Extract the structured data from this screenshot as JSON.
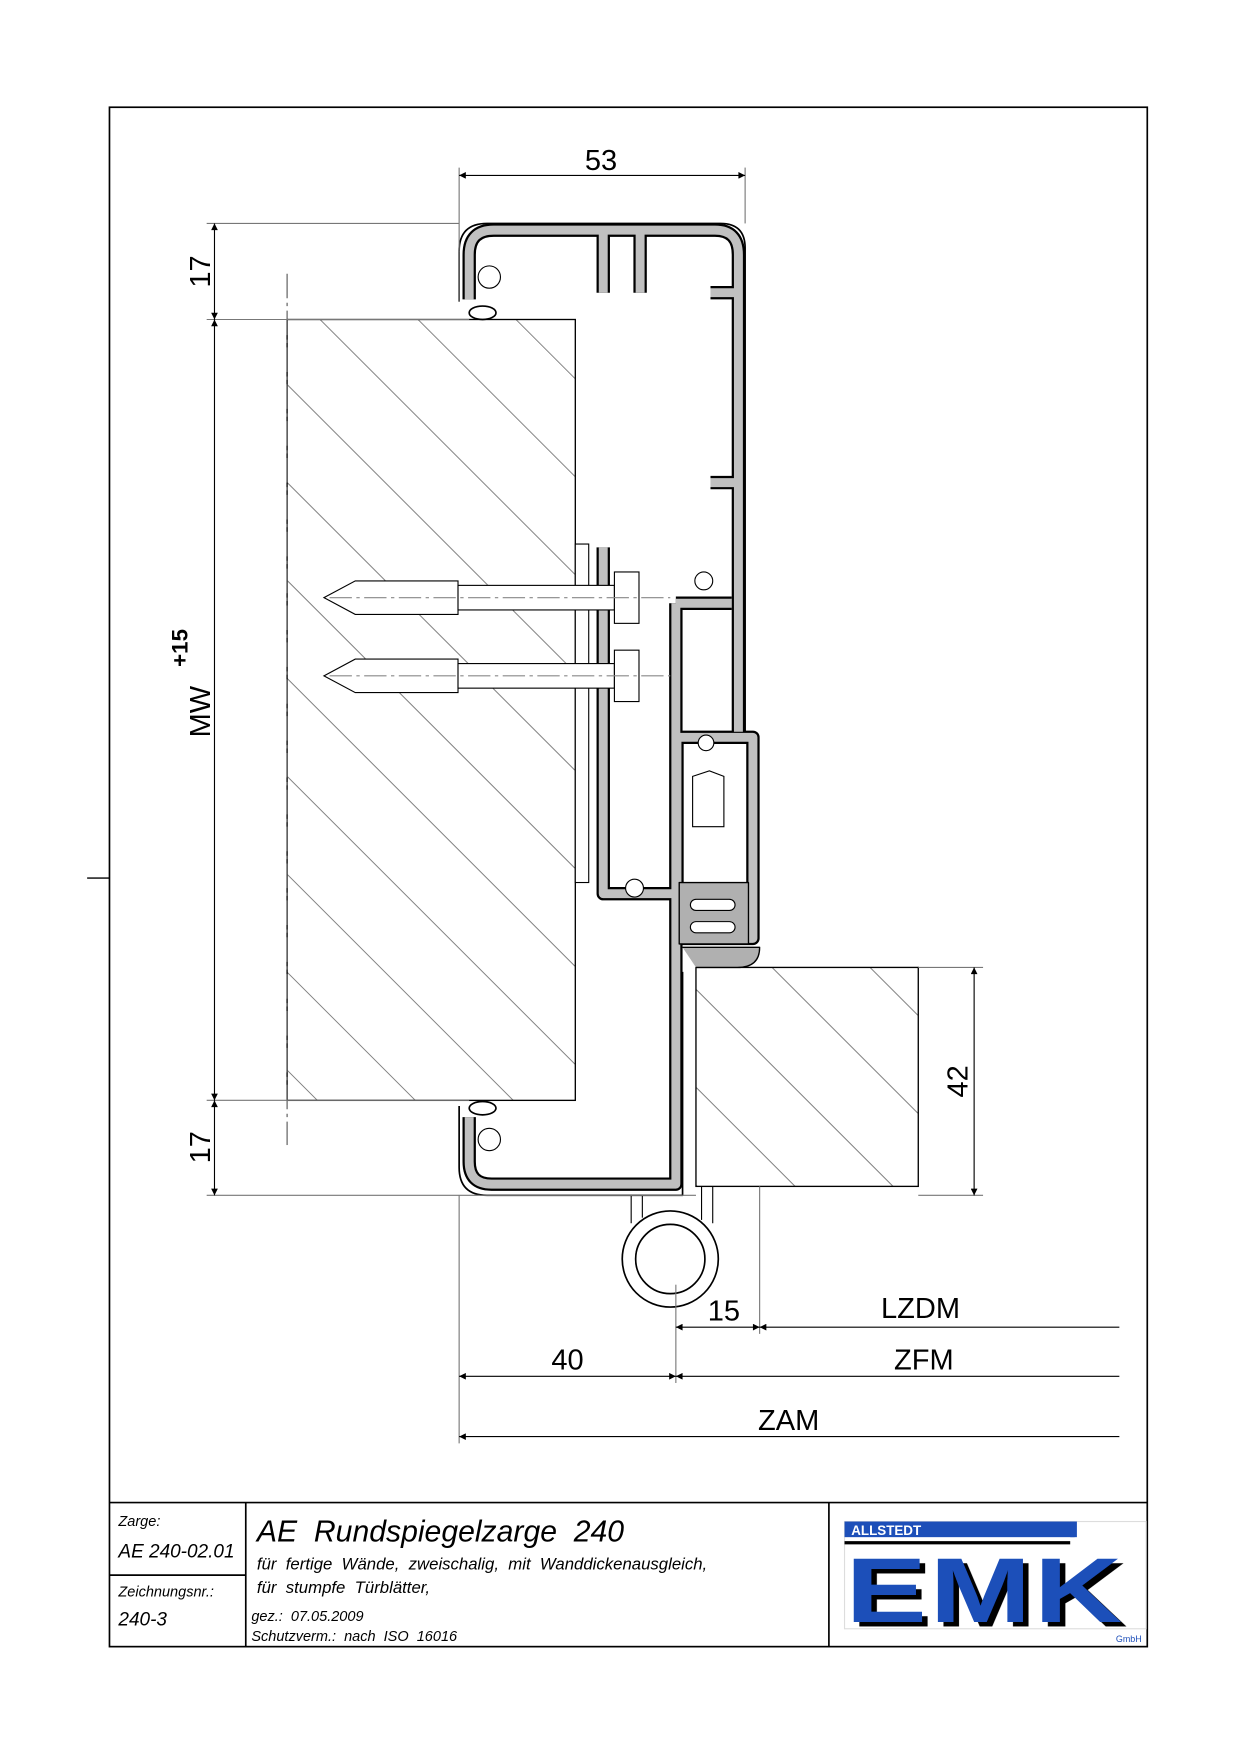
{
  "drawing": {
    "dimensions": {
      "width_top": "53",
      "top_17": "17",
      "bottom_17": "17",
      "mw": "MW",
      "mw_tolerance": "+15",
      "leaf_42": "42",
      "d15": "15",
      "lzdm": "LZDM",
      "d40": "40",
      "zfm": "ZFM",
      "zam": "ZAM"
    },
    "colors": {
      "profile_fill": "#c0c0c0",
      "logo_blue": "#1d4fb9",
      "line": "#000000"
    }
  },
  "title_block": {
    "zarge_label": "Zarge:",
    "zarge_value": "AE 240-02.01",
    "drawing_no_label": "Zeichnungsnr.:",
    "drawing_no_value": "240-3",
    "title": "AE  Rundspiegelzarge  240",
    "description_line1": "für  fertige  Wände,  zweischalig,  mit  Wanddickenausgleich,",
    "description_line2": "für  stumpfe  Türblätter,",
    "drawn": "gez.:  07.05.2009",
    "protection": "Schutzverm.:  nach  ISO  16016"
  },
  "logo": {
    "top_text": "ALLSTEDT",
    "letters": "EMK",
    "suffix": "GmbH"
  }
}
